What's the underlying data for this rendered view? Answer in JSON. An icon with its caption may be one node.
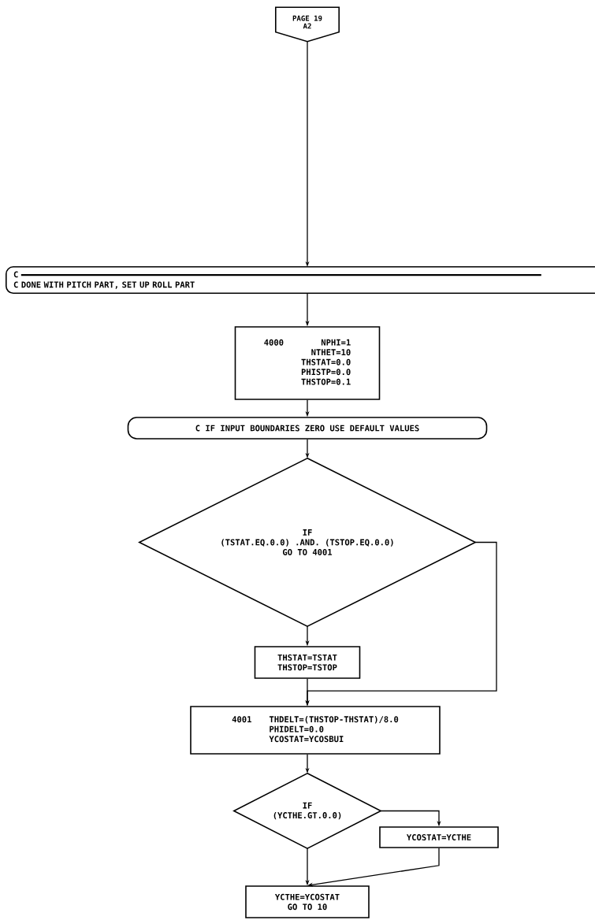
{
  "diagram": {
    "nodes": [
      {
        "text": [
          "PAGE 19",
          "A2"
        ]
      },
      {
        "text": [
          "C",
          "C DONE WITH PITCH PART, SET UP ROLL PART"
        ]
      },
      {
        "text": [
          "4000",
          "NPHI=1",
          "NTHET=10",
          "THSTAT=0.0",
          "PHISTP=0.0",
          "THSTOP=0.1"
        ]
      },
      {
        "text": [
          "C IF INPUT BOUNDARIES ZERO USE DEFAULT VALUES"
        ]
      },
      {
        "text": [
          "IF",
          "(TSTAT.EQ.0.0) .AND. (TSTOP.EQ.0.0)",
          "GO TO 4001"
        ]
      },
      {
        "text": [
          "THSTAT=TSTAT",
          "THSTOP=TSTOP"
        ]
      },
      {
        "text": [
          "4001",
          "THDELT=(THSTOP-THSTAT)/8.0",
          "PHIDELT=0.0",
          "YCOSTAT=YCOSBUI"
        ]
      },
      {
        "text": [
          "IF",
          "(YCTHE.GT.0.0)"
        ]
      },
      {
        "text": [
          "YCOSTAT=YCTHE"
        ]
      },
      {
        "text": [
          "YCTHE=YCOSTAT",
          "GO TO 10"
        ]
      }
    ],
    "edges": [
      {
        "from": 0,
        "to": 1,
        "arrow": "to"
      },
      {
        "from": 1,
        "to": 2,
        "arrow": "to"
      },
      {
        "from": 2,
        "to": 3,
        "arrow": "to"
      },
      {
        "from": 3,
        "to": 4,
        "arrow": "to"
      },
      {
        "from": 4,
        "to": 5,
        "arrow": "to"
      },
      {
        "from": 4,
        "to": 6,
        "arrow": "to"
      },
      {
        "from": 5,
        "to": 6,
        "arrow": "to"
      },
      {
        "from": 6,
        "to": 7,
        "arrow": "to"
      },
      {
        "from": 7,
        "to": 8,
        "arrow": "to"
      },
      {
        "from": 8,
        "to": 9,
        "arrow": "to"
      },
      {
        "from": 7,
        "to": 9,
        "arrow": "to"
      }
    ]
  }
}
